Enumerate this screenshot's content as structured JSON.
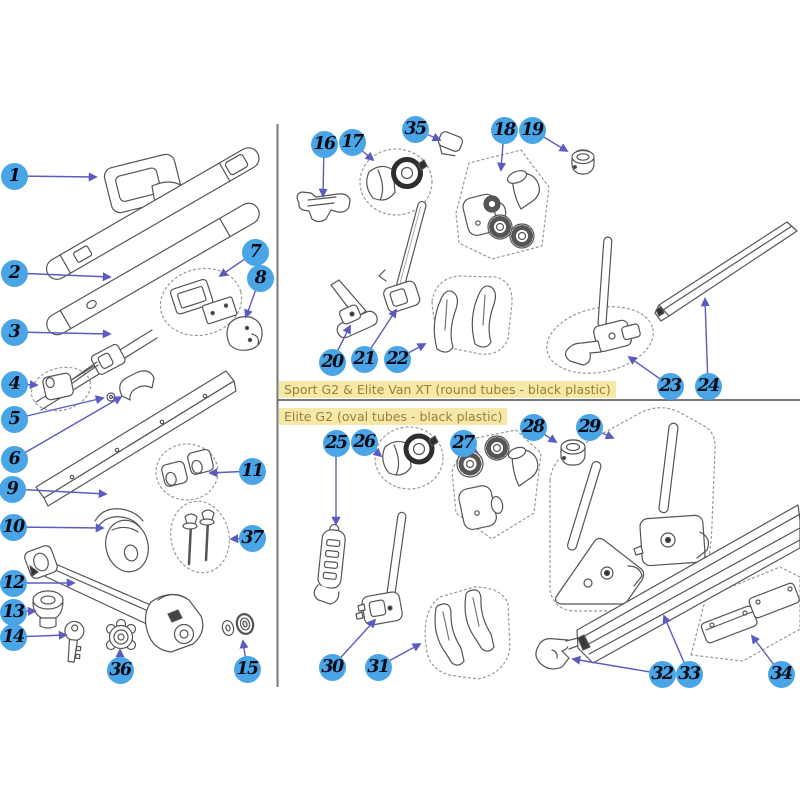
{
  "diagram": {
    "kind": "exploded-parts-diagram",
    "background": "#ffffff"
  },
  "section_labels": {
    "sport": {
      "text": "Sport G2 & Elite Van XT (round tubes - black plastic)"
    },
    "elite": {
      "text": "Elite G2 (oval tubes - black plastic)"
    }
  },
  "colors": {
    "badge_fill": "#49a5e5",
    "badge_number": "#0c0c18",
    "leader_line": "#5c5cc0",
    "divider": "#787878",
    "line_art": "#555555",
    "label_background": "#f6e8a8",
    "label_text": "#94823a"
  },
  "callouts": [
    {
      "num": "1"
    },
    {
      "num": "2"
    },
    {
      "num": "3"
    },
    {
      "num": "4"
    },
    {
      "num": "5"
    },
    {
      "num": "6"
    },
    {
      "num": "7"
    },
    {
      "num": "8"
    },
    {
      "num": "9"
    },
    {
      "num": "10"
    },
    {
      "num": "11"
    },
    {
      "num": "12"
    },
    {
      "num": "13"
    },
    {
      "num": "14"
    },
    {
      "num": "15"
    },
    {
      "num": "16"
    },
    {
      "num": "17"
    },
    {
      "num": "18"
    },
    {
      "num": "19"
    },
    {
      "num": "20"
    },
    {
      "num": "21"
    },
    {
      "num": "22"
    },
    {
      "num": "23"
    },
    {
      "num": "24"
    },
    {
      "num": "25"
    },
    {
      "num": "26"
    },
    {
      "num": "27"
    },
    {
      "num": "28"
    },
    {
      "num": "29"
    },
    {
      "num": "30"
    },
    {
      "num": "31"
    },
    {
      "num": "32"
    },
    {
      "num": "33"
    },
    {
      "num": "34"
    },
    {
      "num": "35"
    },
    {
      "num": "36"
    },
    {
      "num": "37"
    }
  ]
}
